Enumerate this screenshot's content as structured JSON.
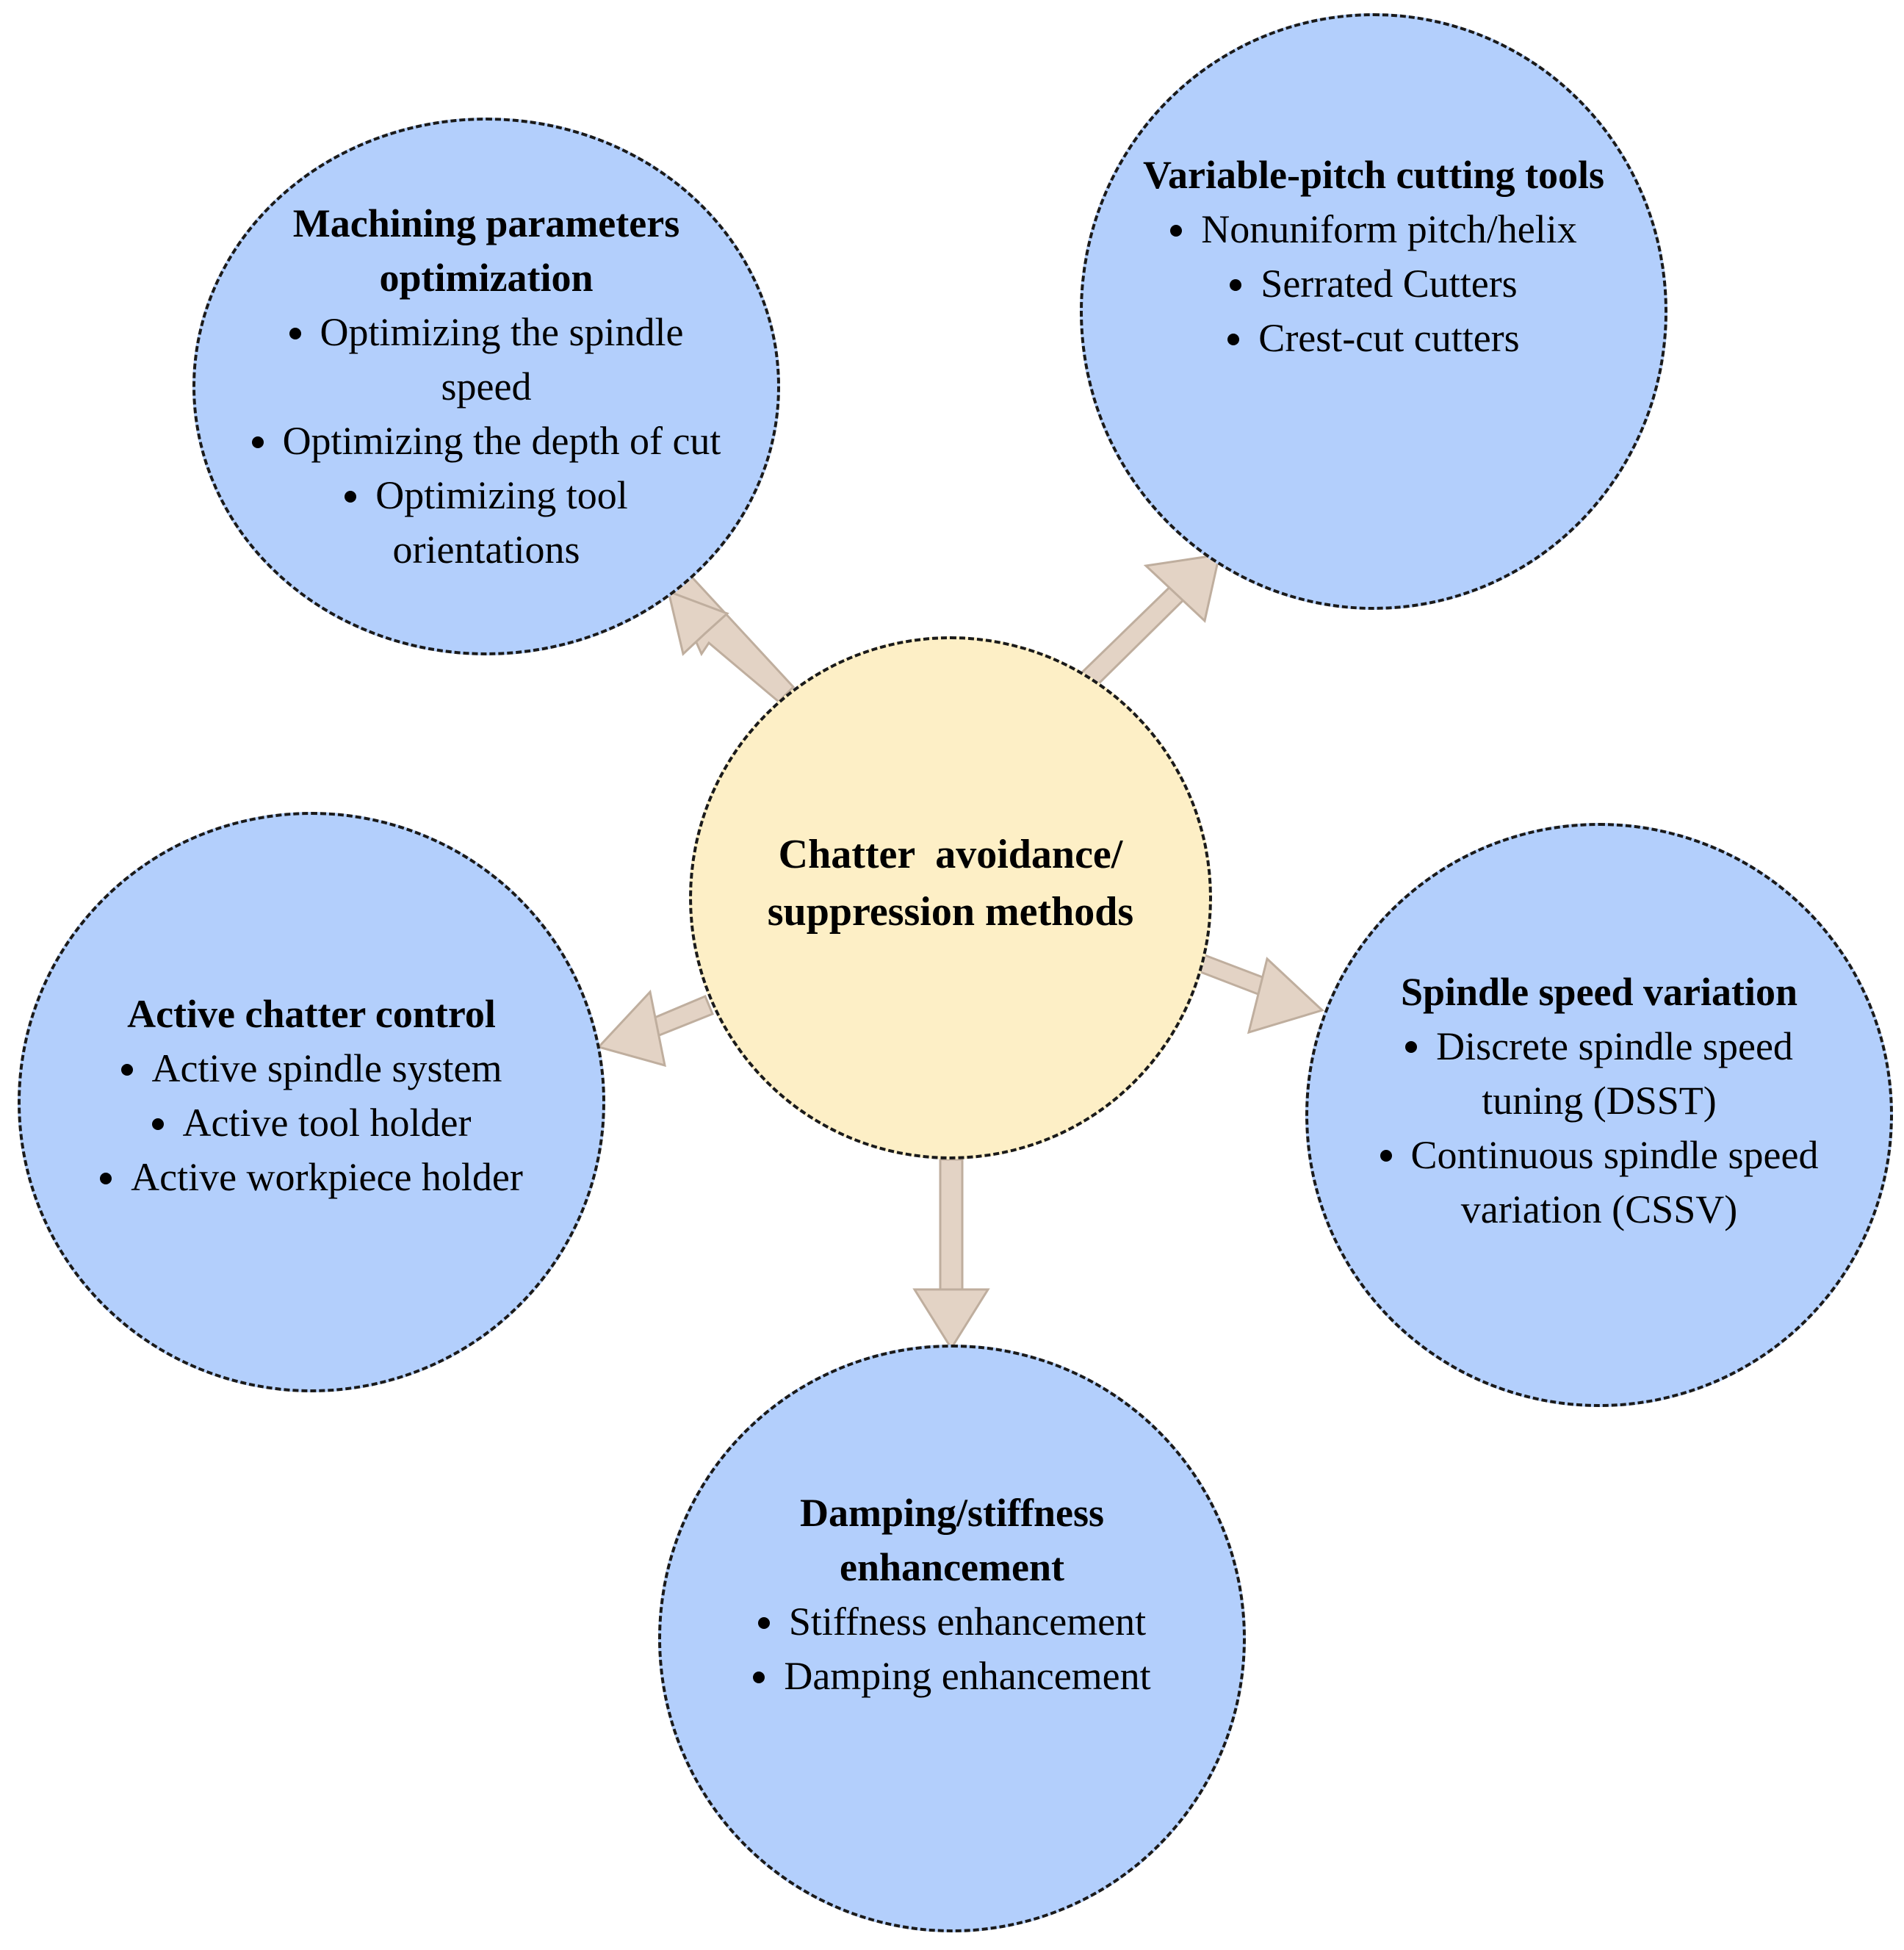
{
  "center": {
    "title_line1": "Chatter  avoidance/",
    "title_line2": "suppression methods"
  },
  "nodes": {
    "machining": {
      "title_line1": "Machining parameters",
      "title_line2": "optimization",
      "items": [
        {
          "line1": "Optimizing the spindle",
          "line2": "speed"
        },
        {
          "line1": "Optimizing the depth of cut"
        },
        {
          "line1": "Optimizing tool",
          "line2": "orientations"
        }
      ]
    },
    "variable_pitch": {
      "title": "Variable-pitch cutting tools",
      "items": [
        "Nonuniform pitch/helix",
        "Serrated Cutters",
        "Crest-cut cutters"
      ]
    },
    "active_control": {
      "title": "Active chatter control",
      "items": [
        "Active spindle system",
        "Active tool holder",
        "Active workpiece holder"
      ]
    },
    "spindle_speed": {
      "title": "Spindle speed variation",
      "items": [
        {
          "line1": "Discrete spindle speed",
          "line2": "tuning (DSST)"
        },
        {
          "line1": "Continuous spindle speed",
          "line2": "variation (CSSV)"
        }
      ]
    },
    "damping": {
      "title_line1": "Damping/stiffness",
      "title_line2": "enhancement",
      "items": [
        "Stiffness enhancement",
        "Damping enhancement"
      ]
    }
  },
  "colors": {
    "outer_fill": "#b3cffc",
    "center_fill": "#fdefc6",
    "arrow_fill": "#e3d3c5",
    "arrow_stroke": "#bfae9e",
    "outline": "#1a1a1a"
  }
}
